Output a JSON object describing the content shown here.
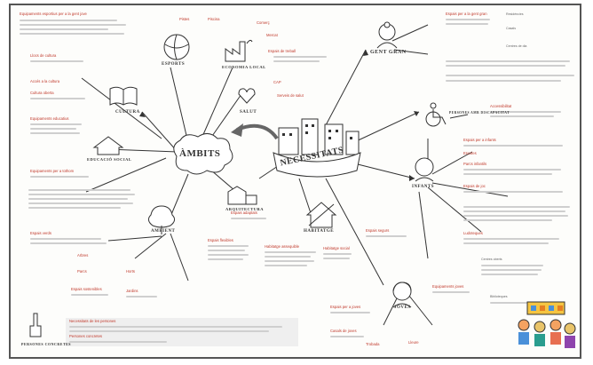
{
  "diagram": {
    "center_left": "ÀMBITS",
    "center_right": "NECESSITATS",
    "people_left": "PERSONES CONCRETES",
    "nodes": {
      "esports": "ESPORTS",
      "economia": "ECONOMIA LOCAL",
      "salut": "SALUT",
      "cultura": "CULTURA",
      "educacio": "EDUCACIÓ SOCIAL",
      "ambient": "AMBIENT",
      "gent_gran": "GENT GRAN",
      "discapacitat": "PERSONES AMB DISCAPACITAT",
      "infants": "INFANTS",
      "joves": "JOVES",
      "arquitectura": "ARQUITECTURA",
      "habitatge": "HABITATGE"
    }
  },
  "colors": {
    "accent": "#c0392b",
    "ink": "#333333",
    "frame": "#555555",
    "text_grey": "#666666"
  },
  "icons": [
    "hand-pointing-up-icon",
    "ball-icon",
    "factory-icon",
    "heart-icon",
    "book-icon",
    "shelter-icon",
    "tree-icon",
    "elderly-woman-icon",
    "wheelchair-icon",
    "child-icon",
    "teen-icon",
    "buildings-icon",
    "house-icon",
    "children-illustration-icon"
  ]
}
